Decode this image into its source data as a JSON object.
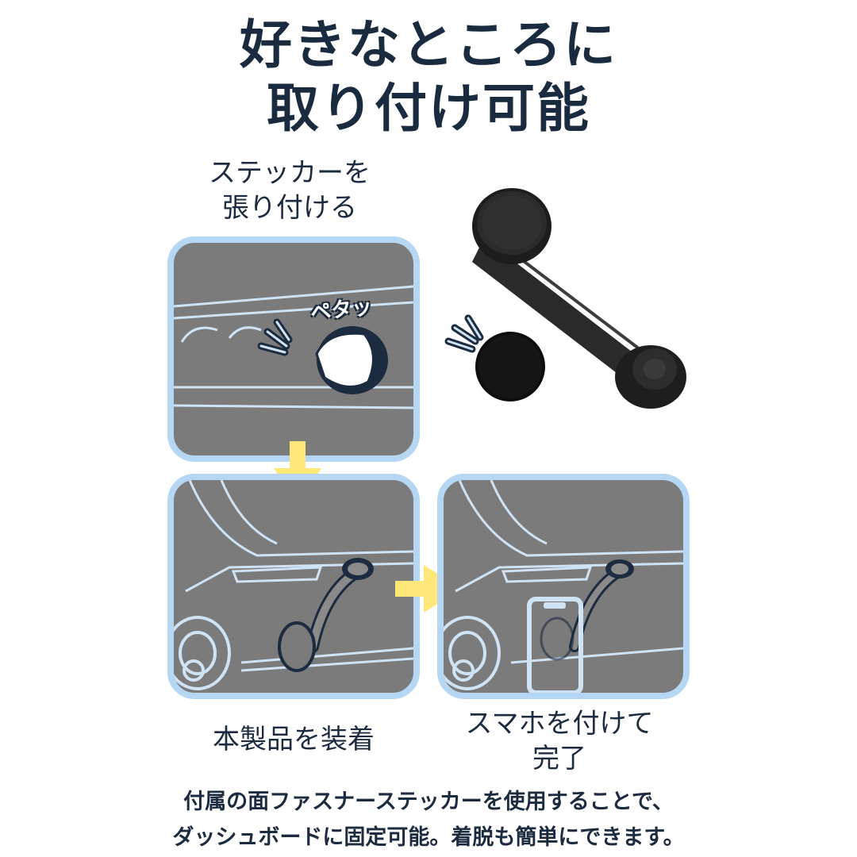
{
  "headline": {
    "line1": "好きなところに",
    "line2": "取り付け可能"
  },
  "steps": {
    "sticker": {
      "line1": "ステッカーを",
      "line2": "張り付ける",
      "sound": "ペタッ"
    },
    "mount": {
      "label": "本製品を装着"
    },
    "phone": {
      "line1": "スマホを付けて",
      "line2": "完了"
    }
  },
  "footer": {
    "line1": "付属の面ファスナーステッカーを使用することで、",
    "line2": "ダッシュボードに固定可能。着脱も簡単にできます。"
  },
  "colors": {
    "panel_bg": "#7b7b7b",
    "panel_border": "#b5d7f3",
    "arrow": "#ffe77a",
    "text": "#1c2b3f",
    "sketch_line": "#cfe3f5"
  },
  "icons": [
    "product-photo",
    "velcro-sticker-photo",
    "down-arrow-icon",
    "right-arrow-icon"
  ]
}
